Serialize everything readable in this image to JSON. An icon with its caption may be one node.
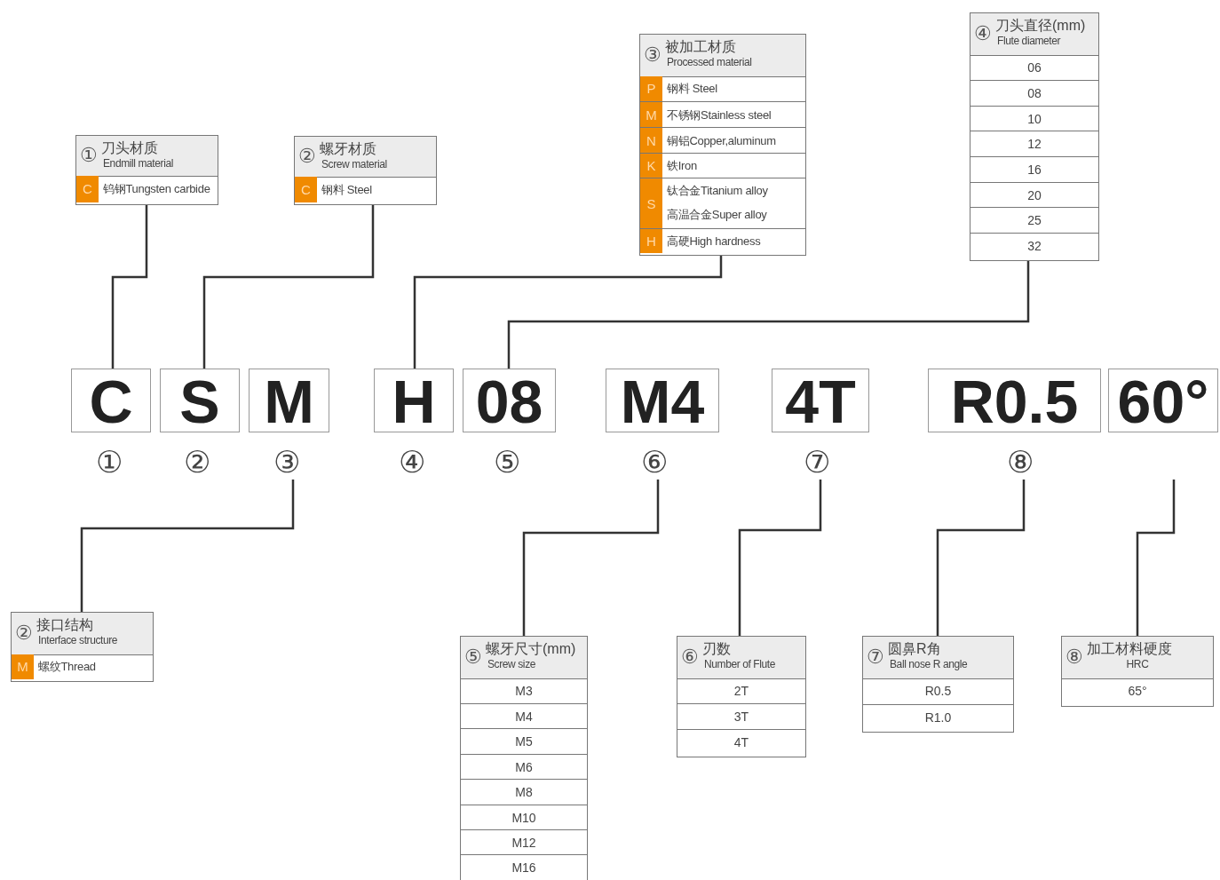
{
  "diagram": {
    "nodes": [
      {
        "text": [
          "①",
          "刀头材质",
          "Endmill material",
          "C",
          "钨钢Tungsten carbide"
        ]
      },
      {
        "text": [
          "②",
          "螺牙材质",
          "Screw material",
          "C",
          "钢料 Steel"
        ]
      },
      {
        "text": [
          "③",
          "被加工材质",
          "Processed material",
          "P",
          "钢料 Steel",
          "M",
          "不锈钢Stainless steel",
          "N",
          "铜铝Copper,aluminum",
          "K",
          "铁Iron",
          "S",
          "钛合金Titanium alloy",
          "高温合金Super alloy",
          "H",
          "高硬High hardness"
        ]
      },
      {
        "text": [
          "④",
          "刀头直径(mm)",
          "Flute diameter",
          "06",
          "08",
          "10",
          "12",
          "16",
          "20",
          "25",
          "32"
        ]
      },
      {
        "text": [
          "C"
        ],
        "beside": [
          "①"
        ]
      },
      {
        "text": [
          "S"
        ],
        "beside": [
          "②"
        ]
      },
      {
        "text": [
          "M"
        ],
        "beside": [
          "③"
        ]
      },
      {
        "text": [
          "H"
        ],
        "beside": [
          "④"
        ]
      },
      {
        "text": [
          "08"
        ],
        "beside": [
          "⑤"
        ]
      },
      {
        "text": [
          "M4"
        ],
        "beside": [
          "⑥"
        ]
      },
      {
        "text": [
          "4T"
        ],
        "beside": [
          "⑦"
        ]
      },
      {
        "text": [
          "R0.5"
        ],
        "beside": [
          "⑧"
        ]
      },
      {
        "text": [
          "60°"
        ]
      },
      {
        "text": [
          "②",
          "接口结构",
          "Interface structure",
          "M",
          "螺纹Thread"
        ]
      },
      {
        "text": [
          "⑤",
          "螺牙尺寸(mm)",
          "Screw size",
          "M3",
          "M4",
          "M5",
          "M6",
          "M8",
          "M10",
          "M12",
          "M16"
        ]
      },
      {
        "text": [
          "⑥",
          "刃数",
          "Number of Flute",
          "2T",
          "3T",
          "4T"
        ]
      },
      {
        "text": [
          "⑦",
          "圆鼻R角",
          "Ball nose R angle",
          "R0.5",
          "R1.0"
        ]
      },
      {
        "text": [
          "⑧",
          "加工材料硬度",
          "HRC",
          "65°"
        ]
      }
    ],
    "edges": [
      {
        "from": 4,
        "to": 0,
        "arrow": "none"
      },
      {
        "from": 5,
        "to": 1,
        "arrow": "none"
      },
      {
        "from": 7,
        "to": 2,
        "arrow": "none"
      },
      {
        "from": 8,
        "to": 3,
        "arrow": "none"
      },
      {
        "from": 6,
        "to": 13,
        "arrow": "none"
      },
      {
        "from": 9,
        "to": 14,
        "arrow": "none"
      },
      {
        "from": 10,
        "to": 15,
        "arrow": "none"
      },
      {
        "from": 11,
        "to": 16,
        "arrow": "none"
      },
      {
        "from": 12,
        "to": 17,
        "arrow": "none"
      }
    ]
  }
}
